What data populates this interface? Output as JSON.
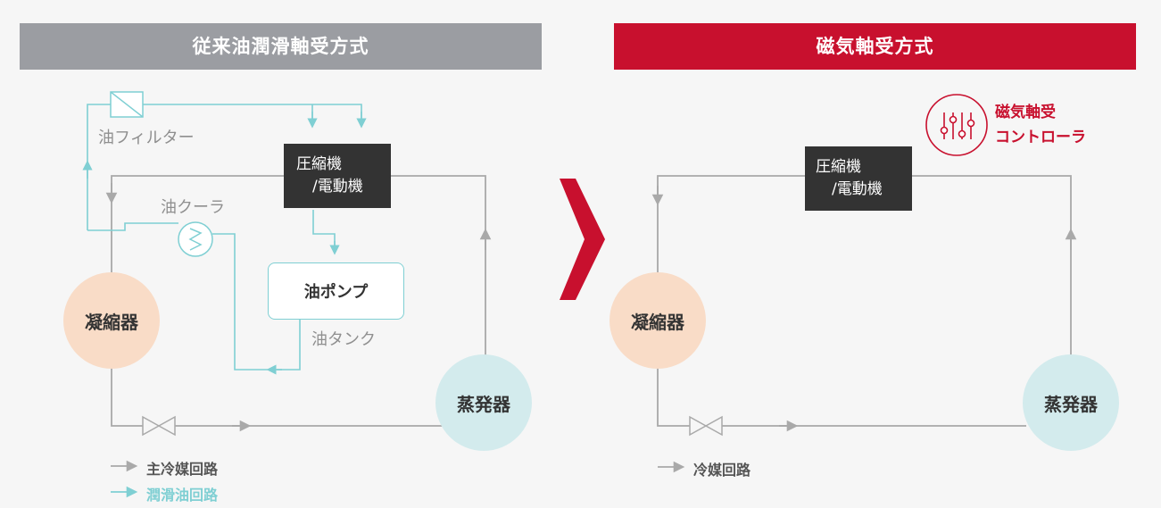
{
  "left_panel": {
    "title": "従来油潤滑軸受方式",
    "oil_filter": "油フィルター",
    "oil_cooler": "油クーラ",
    "compressor_line1": "圧縮機",
    "compressor_line2": "/電動機",
    "oil_pump": "油ポンプ",
    "oil_tank": "油タンク",
    "condenser": "凝縮器",
    "evaporator": "蒸発器",
    "legend_main": "主冷媒回路",
    "legend_oil": "潤滑油回路"
  },
  "right_panel": {
    "title": "磁気軸受方式",
    "controller_line1": "磁気軸受",
    "controller_line2": "コントローラ",
    "compressor_line1": "圧縮機",
    "compressor_line2": "/電動機",
    "condenser": "凝縮器",
    "evaporator": "蒸発器",
    "legend_refrigerant": "冷媒回路"
  },
  "colors": {
    "left_banner": "#9b9da2",
    "right_banner": "#c8102e",
    "refrigerant_line": "#a9a9a9",
    "oil_line": "#7fcfd3",
    "condenser_fill": "#f9dcc7",
    "evaporator_fill": "#d3ebed"
  },
  "icons": [
    "oil-filter-icon",
    "oil-cooler-icon",
    "expansion-valve-icon",
    "controller-sliders-icon",
    "transition-arrow-icon"
  ]
}
